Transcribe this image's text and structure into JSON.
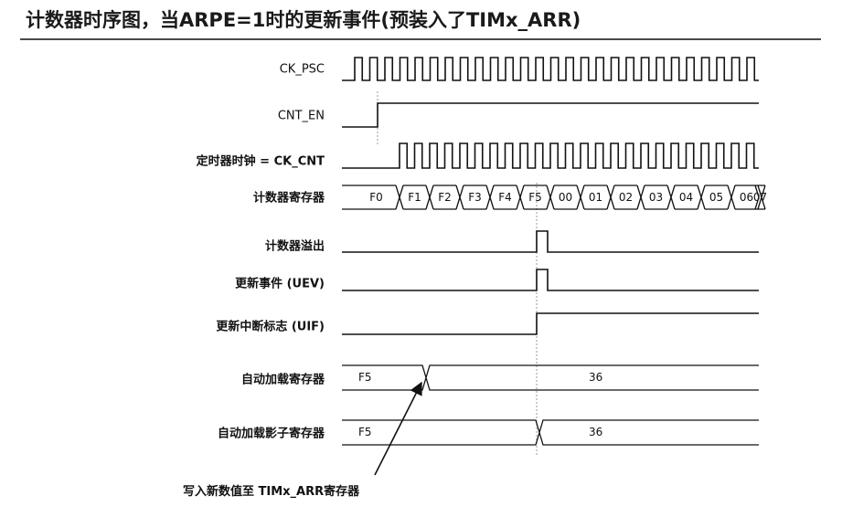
{
  "title": "计数器时序图，当ARPE=1时的更新事件(预装入了TIMx_ARR)",
  "signals": [
    {
      "label": "CK_PSC",
      "key": "ck_psc"
    },
    {
      "label": "CNT_EN",
      "key": "cnt_en"
    },
    {
      "label": "定时器时钟 = CK_CNT",
      "key": "ck_cnt"
    },
    {
      "label": "计数器寄存器",
      "key": "counter"
    },
    {
      "label": "计数器溢出",
      "key": "overflow"
    },
    {
      "label": "更新事件 (UEV)",
      "key": "uev"
    },
    {
      "label": "更新中断标志 (UIF)",
      "key": "uif"
    },
    {
      "label": "自动加载寄存器",
      "key": "arr"
    },
    {
      "label": "自动加载影子寄存器",
      "key": "arr_shadow"
    }
  ],
  "counter_values": [
    "F0",
    "F1",
    "F2",
    "F3",
    "F4",
    "F5",
    "00",
    "01",
    "02",
    "03",
    "04",
    "05",
    "06",
    "07"
  ],
  "arr_values": [
    "F5",
    "36"
  ],
  "arr_shadow_values": [
    "F5",
    "36"
  ],
  "annotation": "写入新数值至 TIMx_ARR寄存器"
}
